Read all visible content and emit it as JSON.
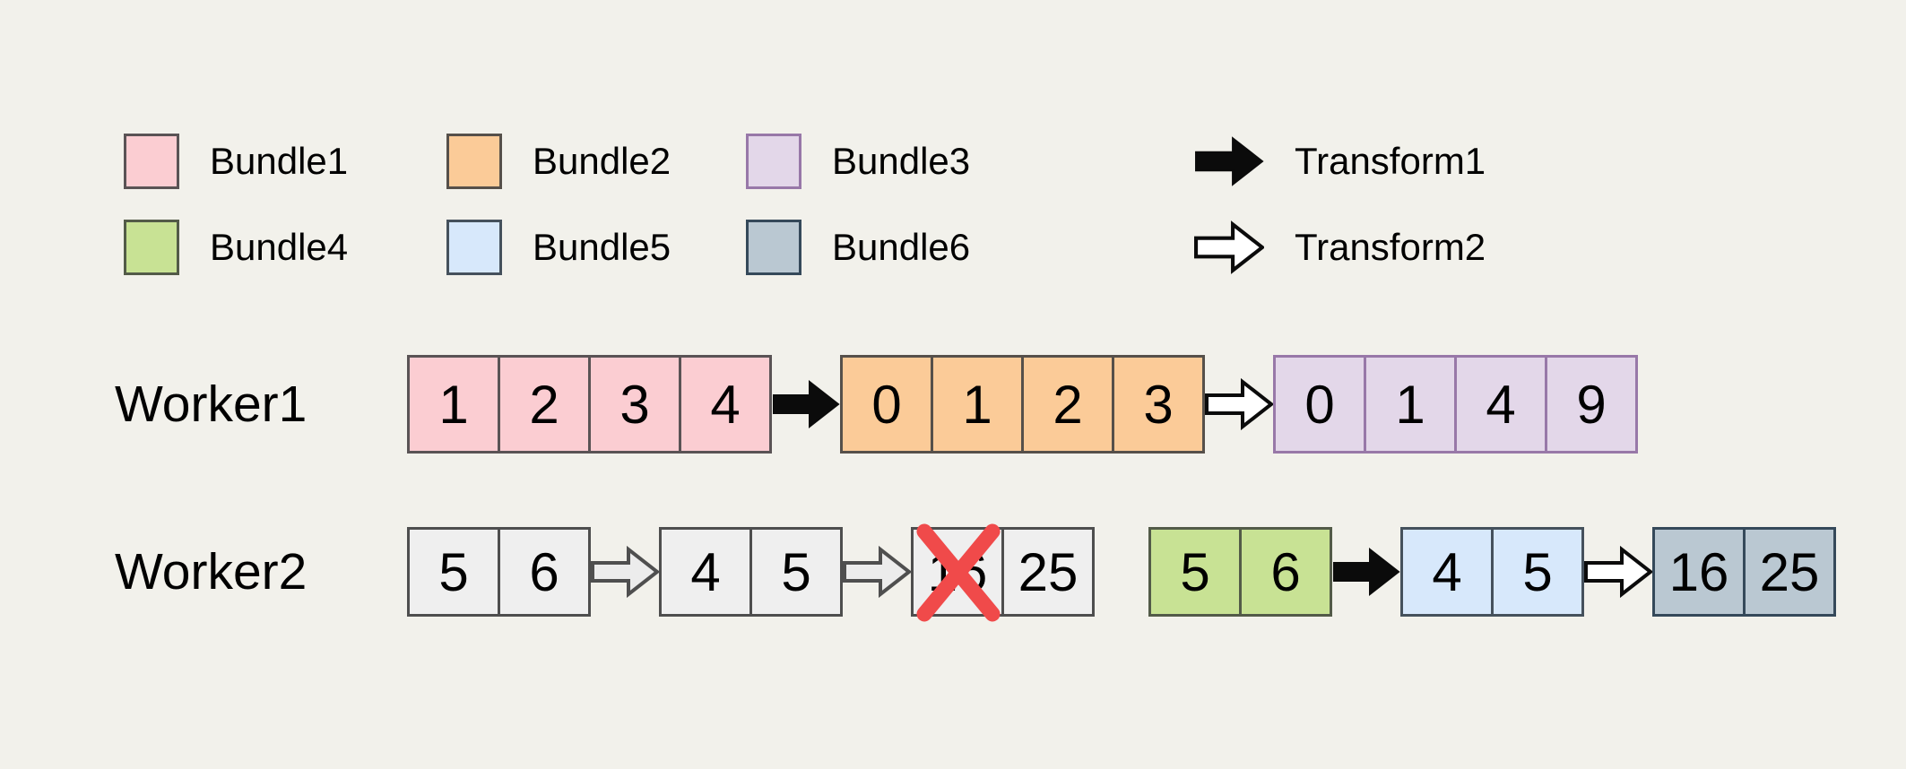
{
  "background_color": "#F2F1EB",
  "legend": {
    "bundles": [
      {
        "label": "Bundle1",
        "key": "bundle1",
        "fill": "#FBCDD2",
        "border": "#5A5355"
      },
      {
        "label": "Bundle2",
        "key": "bundle2",
        "fill": "#FBCB98",
        "border": "#56504A"
      },
      {
        "label": "Bundle3",
        "key": "bundle3",
        "fill": "#E3D7E9",
        "border": "#9878A8"
      },
      {
        "label": "Bundle4",
        "key": "bundle4",
        "fill": "#C8E294",
        "border": "#535B48"
      },
      {
        "label": "Bundle5",
        "key": "bundle5",
        "fill": "#D7E8FB",
        "border": "#45515C"
      },
      {
        "label": "Bundle6",
        "key": "bundle6",
        "fill": "#BAC8D2",
        "border": "#35495A"
      }
    ],
    "transforms": [
      {
        "label": "Transform1",
        "style": "solid"
      },
      {
        "label": "Transform2",
        "style": "outline"
      }
    ]
  },
  "workers": [
    {
      "label": "Worker1",
      "sequence": [
        {
          "type": "block",
          "bundle": "bundle1",
          "values": [
            "1",
            "2",
            "3",
            "4"
          ]
        },
        {
          "type": "arrow",
          "style": "solid"
        },
        {
          "type": "block",
          "bundle": "bundle2",
          "values": [
            "0",
            "1",
            "2",
            "3"
          ]
        },
        {
          "type": "arrow",
          "style": "outline"
        },
        {
          "type": "block",
          "bundle": "bundle3",
          "values": [
            "0",
            "1",
            "4",
            "9"
          ]
        }
      ]
    },
    {
      "label": "Worker2",
      "sequence": [
        {
          "type": "block",
          "bundle": "gray",
          "values": [
            "5",
            "6"
          ]
        },
        {
          "type": "arrow",
          "style": "outline-gray"
        },
        {
          "type": "block",
          "bundle": "gray",
          "values": [
            "4",
            "5"
          ]
        },
        {
          "type": "arrow",
          "style": "outline-gray"
        },
        {
          "type": "block",
          "bundle": "gray",
          "values": [
            "16",
            "25"
          ],
          "crossed": [
            0
          ]
        },
        {
          "type": "gap"
        },
        {
          "type": "block",
          "bundle": "bundle4",
          "values": [
            "5",
            "6"
          ]
        },
        {
          "type": "arrow",
          "style": "solid"
        },
        {
          "type": "block",
          "bundle": "bundle5",
          "values": [
            "4",
            "5"
          ]
        },
        {
          "type": "arrow",
          "style": "outline"
        },
        {
          "type": "block",
          "bundle": "bundle6",
          "values": [
            "16",
            "25"
          ]
        }
      ]
    }
  ],
  "colors": {
    "gray_fill": "#EFEFEF",
    "gray_border": "#4E4E4E",
    "cross_red": "#F04A4A",
    "arrow_solid": "#0B0B0B",
    "arrow_outline_fill": "#FFFFFF",
    "arrow_outline_stroke": "#0B0B0B",
    "arrow_outline_gray_fill": "#ECECEC",
    "arrow_outline_gray_stroke": "#4F4F4F"
  }
}
